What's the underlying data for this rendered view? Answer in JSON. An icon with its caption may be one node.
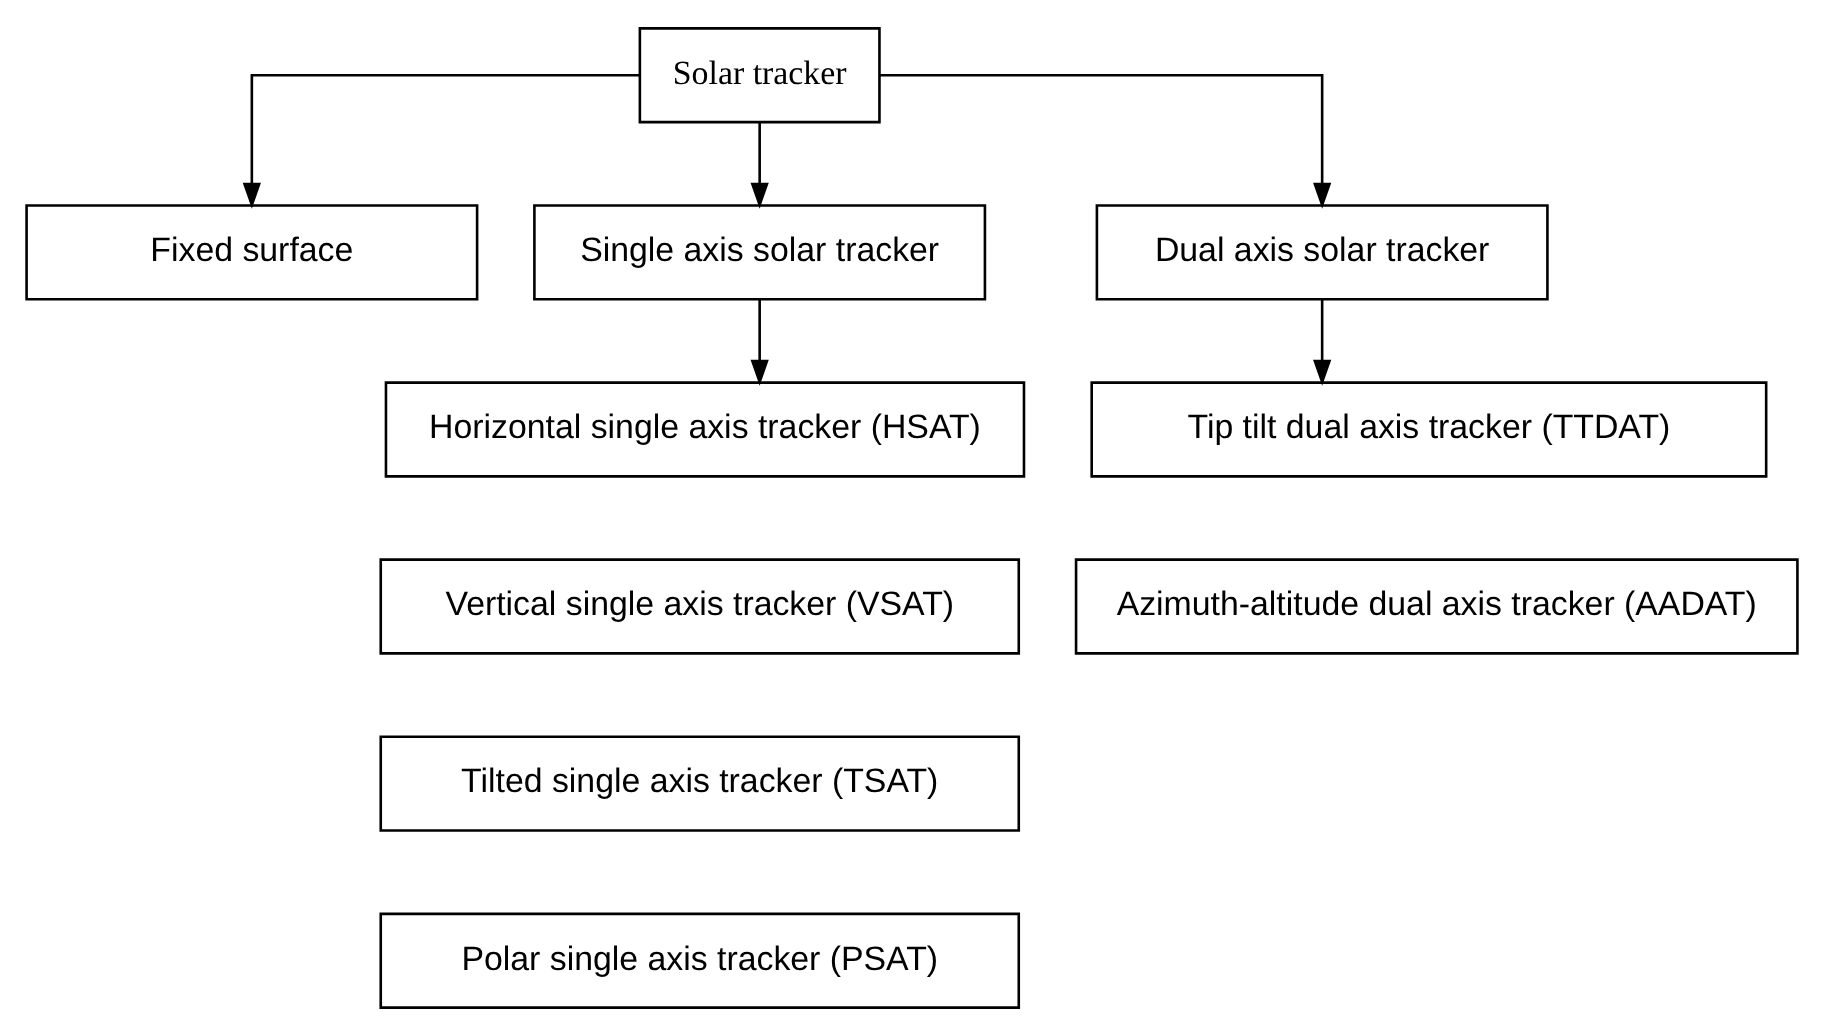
{
  "diagram": {
    "nodes": [
      {
        "text": [
          "Solar tracker"
        ]
      },
      {
        "text": [
          "Fixed surface"
        ]
      },
      {
        "text": [
          "Single axis solar tracker"
        ]
      },
      {
        "text": [
          "Dual axis solar tracker"
        ]
      },
      {
        "text": [
          "Horizontal single axis tracker (HSAT)"
        ]
      },
      {
        "text": [
          "Vertical single axis tracker (VSAT)"
        ]
      },
      {
        "text": [
          "Tilted single axis tracker (TSAT)"
        ]
      },
      {
        "text": [
          "Polar single axis tracker (PSAT)"
        ]
      },
      {
        "text": [
          "Tip tilt dual axis tracker (TTDAT)"
        ]
      },
      {
        "text": [
          "Azimuth-altitude dual axis tracker (AADAT)"
        ]
      }
    ],
    "edges": [
      {
        "from": 0,
        "to": 1,
        "arrow": "to"
      },
      {
        "from": 0,
        "to": 2,
        "arrow": "to"
      },
      {
        "from": 0,
        "to": 3,
        "arrow": "to"
      },
      {
        "from": 2,
        "to": 4,
        "arrow": "to"
      },
      {
        "from": 3,
        "to": 8,
        "arrow": "to"
      }
    ]
  }
}
